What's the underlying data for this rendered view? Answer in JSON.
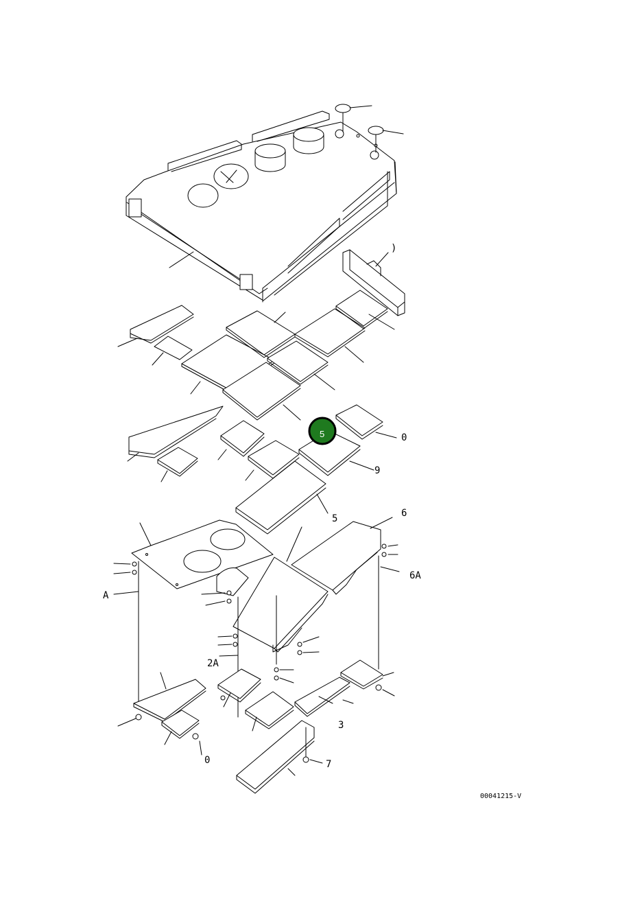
{
  "drawing": {
    "code": "00041215-V",
    "highlight": {
      "label": "5",
      "fill": "#1f7a1f",
      "stroke": "#000000"
    },
    "callouts": {
      "c1": ")",
      "c2": "0",
      "c3": "9",
      "c4": "5",
      "c5": "6",
      "c6": "6A",
      "c7": "A",
      "c8": "2A",
      "c9": "3",
      "c10": "7",
      "c11": "0"
    }
  }
}
